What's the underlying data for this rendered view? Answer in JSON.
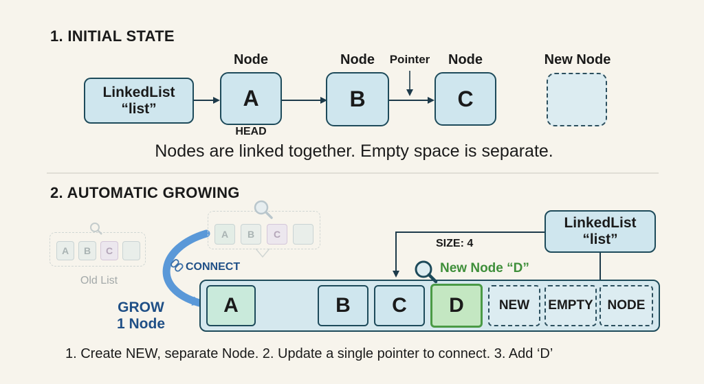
{
  "section1": {
    "title": "1. INITIAL STATE",
    "linkedlist": {
      "line1": "LinkedList",
      "line2": "“list”"
    },
    "node_label": "Node",
    "pointer_label": "Pointer",
    "new_node_label": "New Node",
    "head_label": "HEAD",
    "nodes": [
      "A",
      "B",
      "C"
    ],
    "caption": "Nodes are linked together. Empty space is separate."
  },
  "section2": {
    "title": "2. AUTOMATIC GROWING",
    "old_list_label": "Old List",
    "old_cells": [
      "A",
      "B",
      "C"
    ],
    "preview_cells": [
      "A",
      "B",
      "C"
    ],
    "connect_label": "CONNECT",
    "grow_line1": "GROW",
    "grow_line2": "1 Node",
    "size_label": "SIZE: 4",
    "new_node_d_label": "New Node “D”",
    "linkedlist": {
      "line1": "LinkedList",
      "line2": "“list”"
    },
    "cells": [
      "A",
      "B",
      "C",
      "D"
    ],
    "empty_cells": [
      "NEW",
      "EMPTY",
      "NODE"
    ],
    "caption": "1. Create NEW, separate Node. 2. Update a single pointer to connect. 3. Add ‘D’"
  },
  "colors": {
    "background": "#f7f4ec",
    "node_fill": "#cfe6ee",
    "node_border": "#1d4a5a",
    "green_fill": "#c9eadb",
    "new_node_green": "#3f8f3a",
    "grow_blue": "#1f4f86"
  }
}
